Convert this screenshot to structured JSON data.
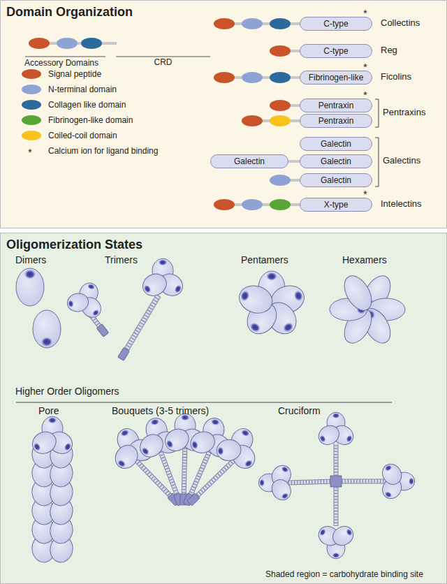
{
  "diagram": {
    "nodes": [
      {
        "text": [
          "Domain Organization"
        ]
      },
      {
        "text": [
          "CRD"
        ],
        "in": 0
      },
      {
        "text": [
          "C-type"
        ],
        "in": 0
      },
      {
        "text": [
          "C-type"
        ],
        "in": 0
      },
      {
        "text": [
          "Fibrinogen-like"
        ],
        "in": 0
      },
      {
        "text": [
          "Pentraxin"
        ],
        "in": 0
      },
      {
        "text": [
          "Pentraxin"
        ],
        "in": 0
      },
      {
        "text": [
          "Galectin"
        ],
        "in": 0
      },
      {
        "text": [
          "Galectin"
        ],
        "in": 0
      },
      {
        "text": [
          "Galectin"
        ],
        "in": 0
      },
      {
        "text": [
          "Galectin"
        ],
        "in": 0
      },
      {
        "text": [
          "X-type"
        ],
        "in": 0
      },
      {
        "text": [
          "Oligomerization States"
        ]
      }
    ],
    "labels": [
      "Accessory Domains",
      "*",
      "Collectins",
      "Reg",
      "*",
      "Ficolins",
      "*",
      "Pentraxins",
      "Galectins",
      "*",
      "Intelectins",
      "*",
      "Dimers",
      "Trimers",
      "Pentamers",
      "Hexamers",
      "Higher Order Oligomers",
      "Pore",
      "Bouquets (3-5 trimers)",
      "Cruciform",
      "Shaded region = carbohydrate binding site"
    ],
    "legend": [
      {
        "text": "Signal peptide",
        "color": "#c9532b"
      },
      {
        "text": "N-terminal domain",
        "color": "#8ea2d4"
      },
      {
        "text": "Collagen like domain",
        "color": "#2c6a9e"
      },
      {
        "text": "Fibrinogen-like domain",
        "color": "#5aa537"
      },
      {
        "text": "Coiled-coil domain",
        "color": "#f6c21b"
      },
      {
        "text": "Calcium ion for ligand binding"
      }
    ]
  }
}
